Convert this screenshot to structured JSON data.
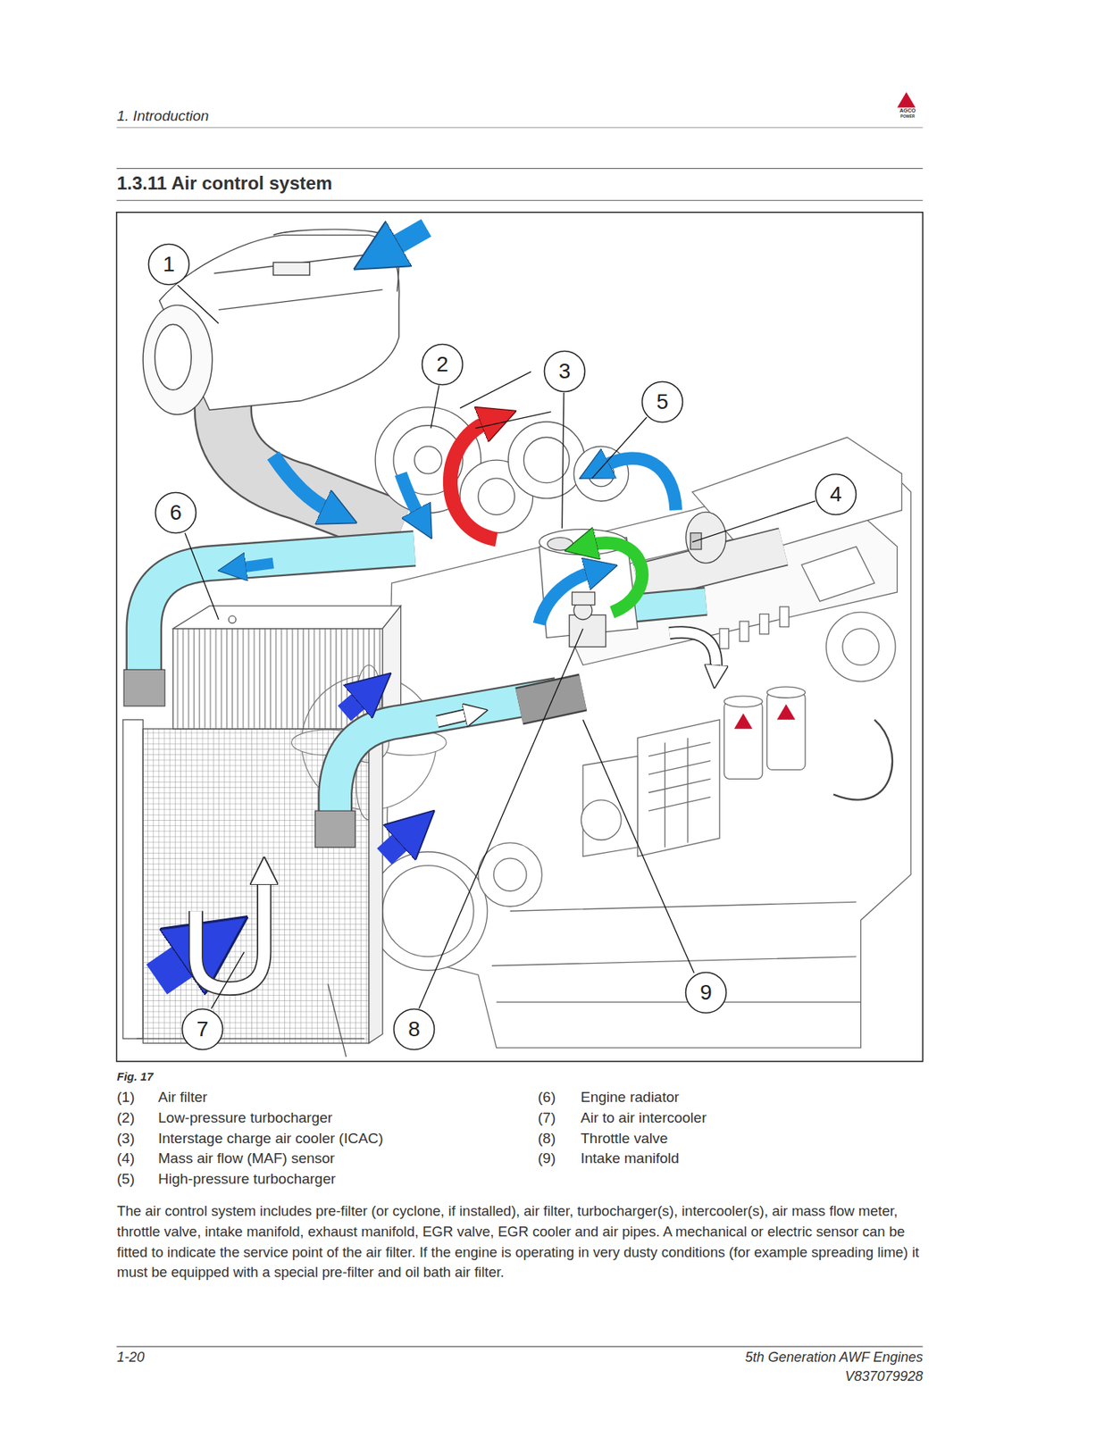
{
  "diagram": {
    "title": "1.3.11 Air control system",
    "caption": "Fig. 17",
    "nodes": [
      {
        "text": [
          "1"
        ]
      },
      {
        "text": [
          "2"
        ]
      },
      {
        "text": [
          "3"
        ]
      },
      {
        "text": [
          "5"
        ]
      },
      {
        "text": [
          "4"
        ]
      },
      {
        "text": [
          "6"
        ]
      },
      {
        "text": [
          "9"
        ]
      },
      {
        "text": [
          "7"
        ]
      },
      {
        "text": [
          "8"
        ]
      }
    ],
    "labels": [
      "1. Introduction",
      "AGCO",
      "POWER",
      "(1)",
      "Air filter",
      "(2)",
      "Low-pressure turbocharger",
      "(3)",
      "Interstage charge air cooler (ICAC)",
      "(4)",
      "Mass air flow (MAF) sensor",
      "(5)",
      "High-pressure turbocharger",
      "(6)",
      "Engine radiator",
      "(7)",
      "Air to air intercooler",
      "(8)",
      "Throttle valve",
      "(9)",
      "Intake manifold",
      "The air control system includes pre-filter (or cyclone, if installed), air filter, turbocharger(s), intercooler(s), air mass flow meter, throttle valve, intake manifold, exhaust manifold, EGR valve, EGR cooler and air pipes. A mechanical or electric sensor can be fitted to indicate the service point of the air filter. If the engine is operating in very dusty conditions (for example spreading lime) it must be equipped with a special pre-filter and oil bath air filter.",
      "1-20",
      "5th Generation AWF Engines",
      "V837079928"
    ]
  }
}
